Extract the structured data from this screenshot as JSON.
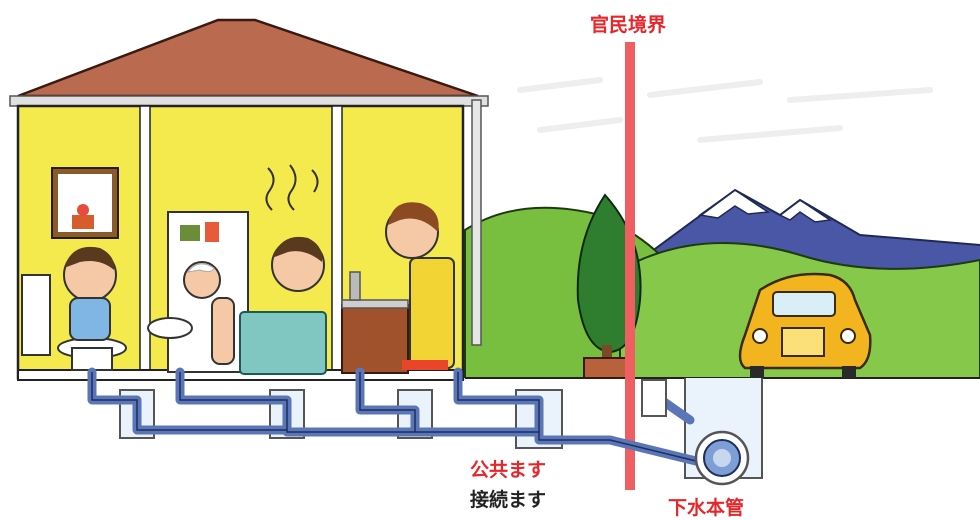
{
  "labels": {
    "boundary": "官民境界",
    "public_basin": "公共ます",
    "connection_basin": "接続ます",
    "sewer_main": "下水本管"
  },
  "colors": {
    "wall": "#f4ea4d",
    "roof": "#b96a4f",
    "sky_bg": "#ffffff",
    "hill": "#79bf3f",
    "mountain": "#4a56a6",
    "boundary_line": "#ef5f61",
    "label_red": "#e8252a",
    "pipe": "#5a76b8",
    "car": "#f2b51f"
  },
  "icons": [
    "house-icon",
    "toilet-icon",
    "bath-icon",
    "sink-icon",
    "tree-icon",
    "car-icon",
    "mountain-icon"
  ]
}
